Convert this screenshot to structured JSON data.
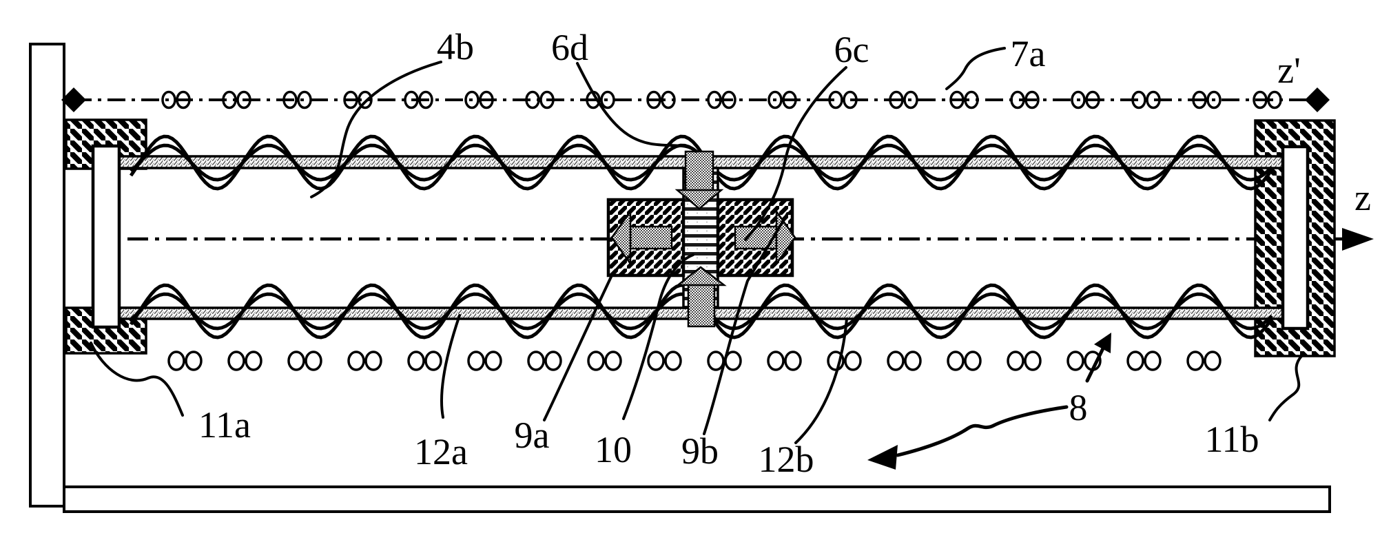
{
  "figure": {
    "type": "patent-style mechanical diagram",
    "colors": {
      "ink": "#000000",
      "paper": "#ffffff"
    },
    "axis": {
      "left_end": "z'",
      "right_end": "z"
    },
    "reference_labels": {
      "bellows_upper": "4b",
      "actuator_down": "6d",
      "actuator_right": "6c",
      "guide_rail": "7a",
      "assembly": "8",
      "element_a": "9a",
      "element_b": "9b",
      "center_element": "10",
      "mount_left": "11a",
      "mount_right": "11b",
      "tube_upper": "12a",
      "tube_lower": "12b"
    }
  }
}
